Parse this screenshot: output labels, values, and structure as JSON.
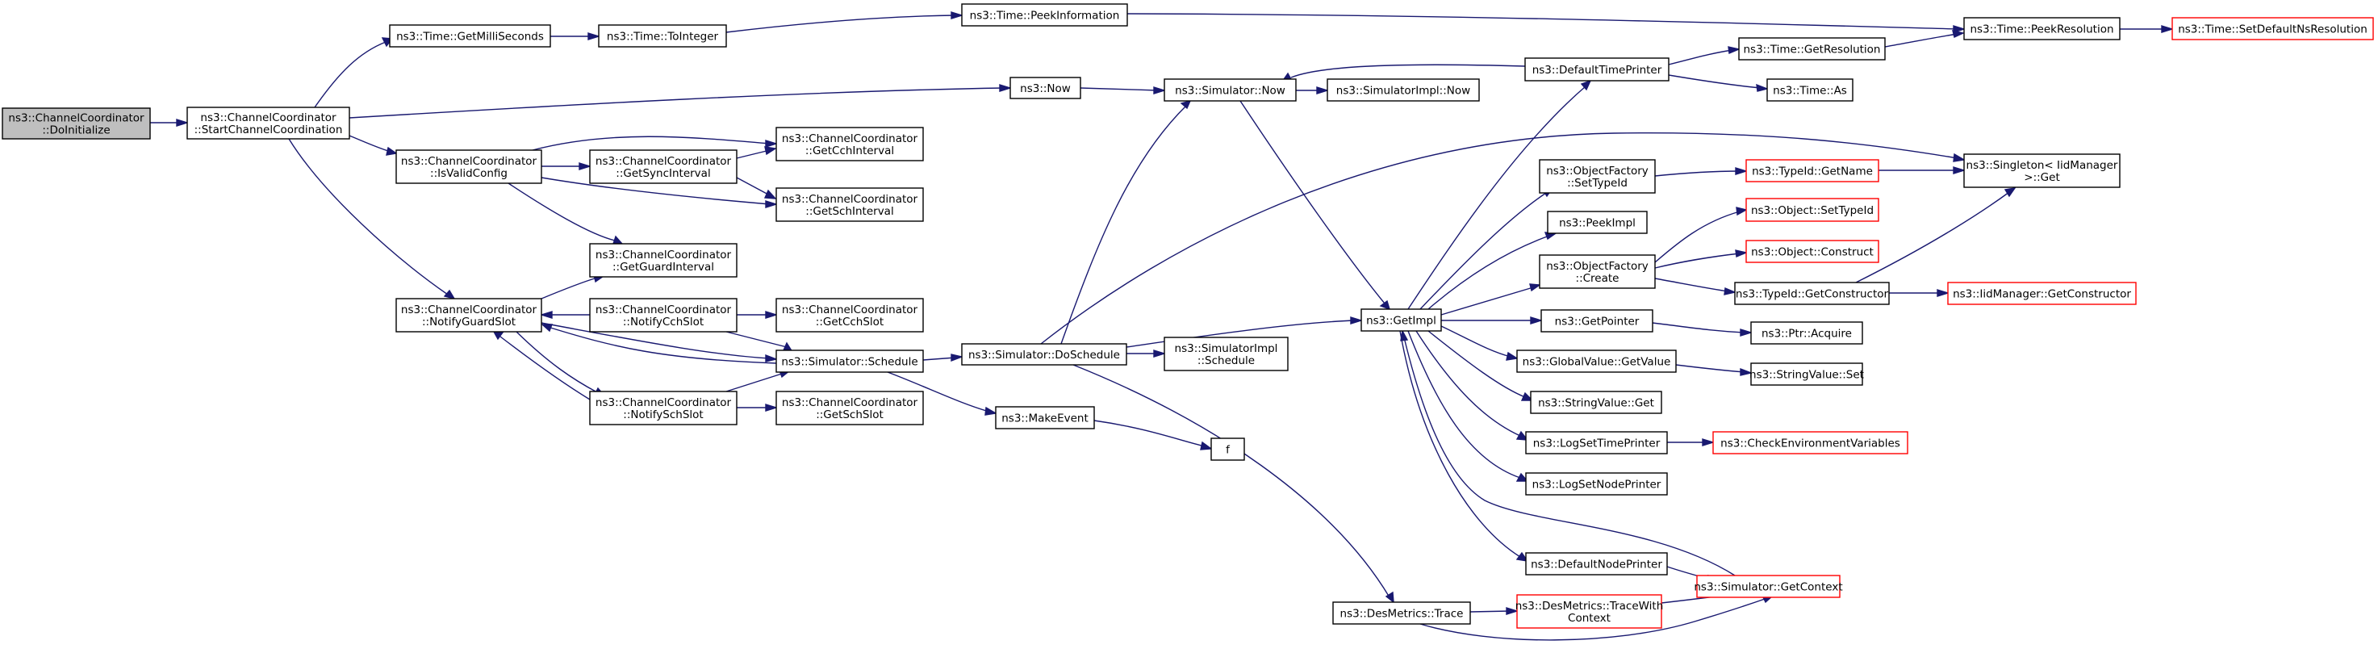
{
  "graph": {
    "colors": {
      "edge": "#191970",
      "node_border": "#000000",
      "truncated_border": "#ff0000",
      "root_fill": "#bfbfbf",
      "node_fill": "#ffffff"
    },
    "nodes": [
      {
        "id": "doinit",
        "lines": [
          "ns3::ChannelCoordinator",
          "::DoInitialize"
        ],
        "style": "root"
      },
      {
        "id": "startcc",
        "lines": [
          "ns3::ChannelCoordinator",
          "::StartChannelCoordination"
        ]
      },
      {
        "id": "getms",
        "lines": [
          "ns3::Time::GetMilliSeconds"
        ]
      },
      {
        "id": "toint",
        "lines": [
          "ns3::Time::ToInteger"
        ]
      },
      {
        "id": "peekinfo",
        "lines": [
          "ns3::Time::PeekInformation"
        ]
      },
      {
        "id": "peekres",
        "lines": [
          "ns3::Time::PeekResolution"
        ]
      },
      {
        "id": "setdefns",
        "lines": [
          "ns3::Time::SetDefaultNsResolution"
        ],
        "style": "trunc"
      },
      {
        "id": "now",
        "lines": [
          "ns3::Now"
        ]
      },
      {
        "id": "simnow",
        "lines": [
          "ns3::Simulator::Now"
        ]
      },
      {
        "id": "simimplnow",
        "lines": [
          "ns3::SimulatorImpl::Now"
        ]
      },
      {
        "id": "deftp",
        "lines": [
          "ns3::DefaultTimePrinter"
        ]
      },
      {
        "id": "getres",
        "lines": [
          "ns3::Time::GetResolution"
        ]
      },
      {
        "id": "timeas",
        "lines": [
          "ns3::Time::As"
        ]
      },
      {
        "id": "isvalid",
        "lines": [
          "ns3::ChannelCoordinator",
          "::IsValidConfig"
        ]
      },
      {
        "id": "getsync",
        "lines": [
          "ns3::ChannelCoordinator",
          "::GetSyncInterval"
        ]
      },
      {
        "id": "getcchint",
        "lines": [
          "ns3::ChannelCoordinator",
          "::GetCchInterval"
        ]
      },
      {
        "id": "getschint",
        "lines": [
          "ns3::ChannelCoordinator",
          "::GetSchInterval"
        ]
      },
      {
        "id": "getguard",
        "lines": [
          "ns3::ChannelCoordinator",
          "::GetGuardInterval"
        ]
      },
      {
        "id": "notifyguard",
        "lines": [
          "ns3::ChannelCoordinator",
          "::NotifyGuardSlot"
        ]
      },
      {
        "id": "notifycch",
        "lines": [
          "ns3::ChannelCoordinator",
          "::NotifyCchSlot"
        ]
      },
      {
        "id": "notifysch",
        "lines": [
          "ns3::ChannelCoordinator",
          "::NotifySchSlot"
        ]
      },
      {
        "id": "getcchslot",
        "lines": [
          "ns3::ChannelCoordinator",
          "::GetCchSlot"
        ]
      },
      {
        "id": "getschslot",
        "lines": [
          "ns3::ChannelCoordinator",
          "::GetSchSlot"
        ]
      },
      {
        "id": "schedule",
        "lines": [
          "ns3::Simulator::Schedule"
        ]
      },
      {
        "id": "doschedule",
        "lines": [
          "ns3::Simulator::DoSchedule"
        ]
      },
      {
        "id": "simimplsched",
        "lines": [
          "ns3::SimulatorImpl",
          "::Schedule"
        ]
      },
      {
        "id": "makeevent",
        "lines": [
          "ns3::MakeEvent"
        ]
      },
      {
        "id": "f",
        "lines": [
          "f"
        ]
      },
      {
        "id": "getimpl",
        "lines": [
          "ns3::GetImpl"
        ]
      },
      {
        "id": "objfacsettype",
        "lines": [
          "ns3::ObjectFactory",
          "::SetTypeId"
        ]
      },
      {
        "id": "typeidgetname",
        "lines": [
          "ns3::TypeId::GetName"
        ],
        "style": "trunc"
      },
      {
        "id": "singleton",
        "lines": [
          "ns3::Singleton< IidManager",
          " >::Get"
        ]
      },
      {
        "id": "peekimpl",
        "lines": [
          "ns3::PeekImpl"
        ]
      },
      {
        "id": "objfaccreate",
        "lines": [
          "ns3::ObjectFactory",
          "::Create"
        ]
      },
      {
        "id": "objsettype",
        "lines": [
          "ns3::Object::SetTypeId"
        ],
        "style": "trunc"
      },
      {
        "id": "objconstruct",
        "lines": [
          "ns3::Object::Construct"
        ],
        "style": "trunc"
      },
      {
        "id": "typeidgetctor",
        "lines": [
          "ns3::TypeId::GetConstructor"
        ]
      },
      {
        "id": "iidgetctor",
        "lines": [
          "ns3::IidManager::GetConstructor"
        ],
        "style": "trunc"
      },
      {
        "id": "getpointer",
        "lines": [
          "ns3::GetPointer"
        ]
      },
      {
        "id": "ptracquire",
        "lines": [
          "ns3::Ptr::Acquire"
        ]
      },
      {
        "id": "gvgetvalue",
        "lines": [
          "ns3::GlobalValue::GetValue"
        ]
      },
      {
        "id": "svset",
        "lines": [
          "ns3::StringValue::Set"
        ]
      },
      {
        "id": "svget",
        "lines": [
          "ns3::StringValue::Get"
        ]
      },
      {
        "id": "logsettp",
        "lines": [
          "ns3::LogSetTimePrinter"
        ]
      },
      {
        "id": "checkenv",
        "lines": [
          "ns3::CheckEnvironmentVariables"
        ],
        "style": "trunc"
      },
      {
        "id": "logsetnp",
        "lines": [
          "ns3::LogSetNodePrinter"
        ]
      },
      {
        "id": "defnp",
        "lines": [
          "ns3::DefaultNodePrinter"
        ]
      },
      {
        "id": "simgetctx",
        "lines": [
          "ns3::Simulator::GetContext"
        ],
        "style": "trunc"
      },
      {
        "id": "destrace",
        "lines": [
          "ns3::DesMetrics::Trace"
        ]
      },
      {
        "id": "destracewith",
        "lines": [
          "ns3::DesMetrics::TraceWith",
          "Context"
        ],
        "style": "trunc"
      }
    ]
  }
}
